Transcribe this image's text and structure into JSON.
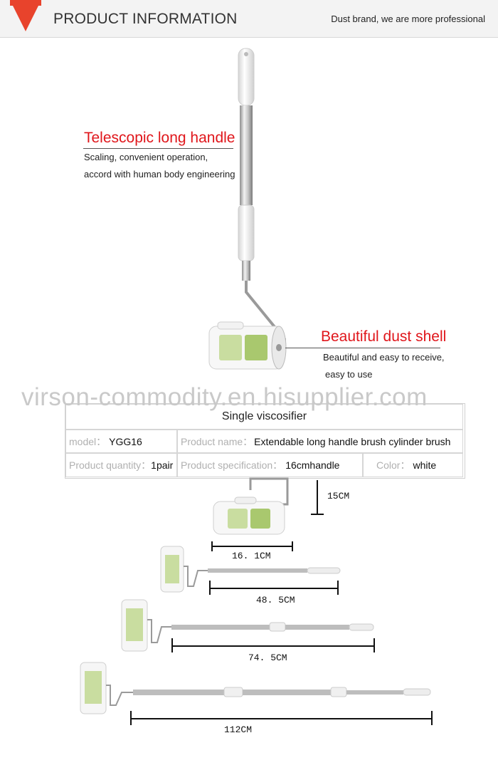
{
  "header": {
    "title": "PRODUCT INFORMATION",
    "tagline": "Dust brand, we are more professional",
    "accent_color": "#e8432c"
  },
  "callouts": {
    "handle": {
      "title": "Telescopic long handle",
      "line1": "Scaling, convenient operation,",
      "line2": "accord with human body engineering"
    },
    "shell": {
      "title": "Beautiful dust shell",
      "line1": "Beautiful and easy to receive,",
      "line2": "easy to use"
    },
    "title_color": "#e0161b"
  },
  "watermark": "virson-commodity.en.hisupplier.com",
  "spec_table": {
    "heading": "Single viscosifier",
    "model_label": "model：",
    "model_value": "YGG16",
    "name_label": "Product name：",
    "name_value": "Extendable long handle brush cylinder brush",
    "qty_label": "Product quantity：",
    "qty_value": "1pair",
    "spec_label": "Product specification：",
    "spec_value": "16cmhandle",
    "color_label": "Color：",
    "color_value": "white"
  },
  "dimensions": {
    "height": "15CM",
    "width": "16. 1CM",
    "length_short": "48. 5CM",
    "length_mid": "74. 5CM",
    "length_long": "112CM"
  }
}
